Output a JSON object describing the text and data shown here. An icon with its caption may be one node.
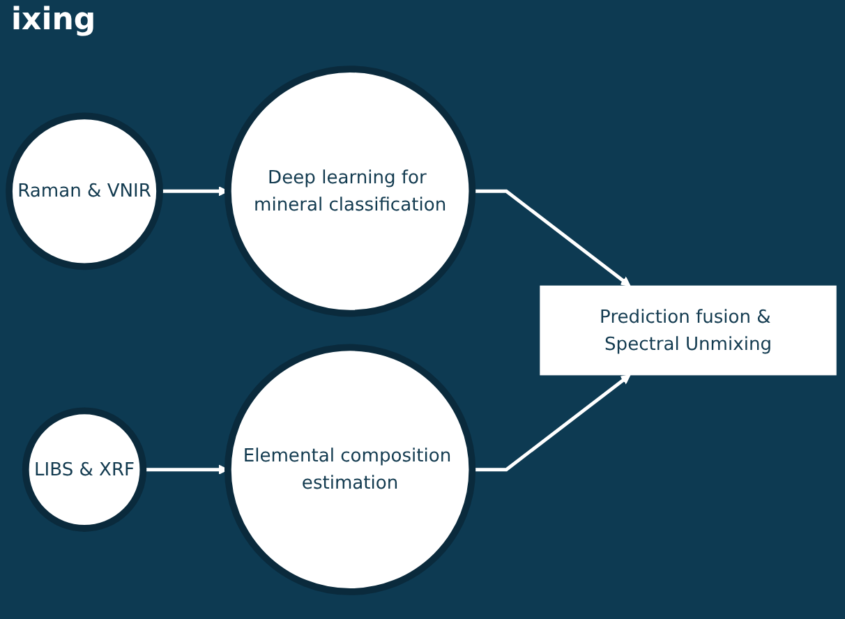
{
  "diagram": {
    "title": "ixing",
    "nodes": [
      {
        "text": [
          "Raman & VNIR"
        ]
      },
      {
        "text": [
          "LIBS & XRF"
        ]
      },
      {
        "text": [
          "Deep learning for mineral classification"
        ]
      },
      {
        "text": [
          "Elemental composition estimation"
        ]
      },
      {
        "text": [
          "Prediction fusion & Spectral Unmixing"
        ]
      }
    ],
    "edges": [
      {
        "from": 0,
        "to": 2,
        "arrow": "to"
      },
      {
        "from": 2,
        "to": 4,
        "arrow": "to"
      },
      {
        "from": 1,
        "to": 3,
        "arrow": "to"
      },
      {
        "from": 3,
        "to": 4,
        "arrow": "to"
      }
    ]
  }
}
